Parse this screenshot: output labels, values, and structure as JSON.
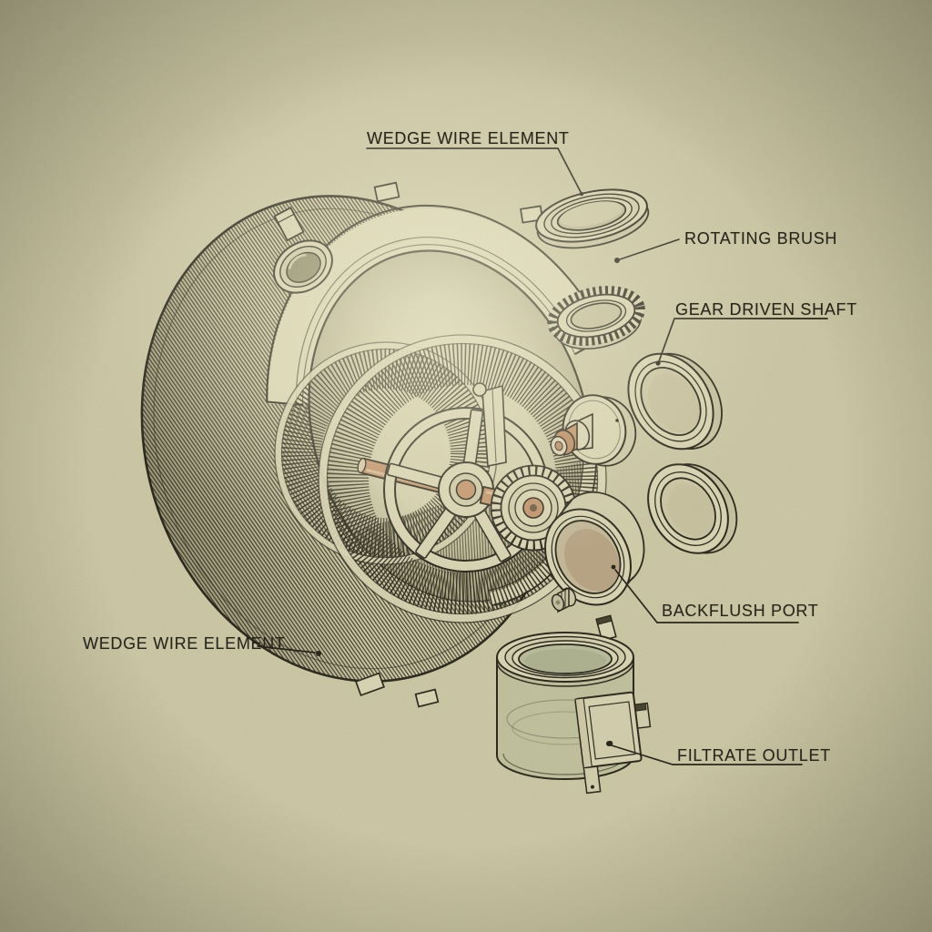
{
  "page": {
    "title": "Exploded rotary filter technical illustration",
    "style": {
      "background_base": "#ccc8a6",
      "background_highlight": "#e0dcba",
      "vignette_ink": "#2c2918",
      "line_ink": "#2b291f",
      "paper_part_fill": "#d9d5b4",
      "copper_accent": "#c2936a",
      "glass_green": "#b7bc95"
    }
  },
  "diagram": {
    "kind": "exploded technical illustration",
    "labels": [
      {
        "id": "wedge-wire-element-top",
        "text": "WEDGE WIRE ELEMENT"
      },
      {
        "id": "rotating-brush",
        "text": "ROTATING BRUSH"
      },
      {
        "id": "gear-driven-shaft",
        "text": "GEAR DRIVEN SHAFT"
      },
      {
        "id": "backflush-port",
        "text": "BACKFLUSH PORT"
      },
      {
        "id": "wedge-wire-element-bottom",
        "text": "WEDGE WIRE ELEMENT"
      },
      {
        "id": "filtrate-outlet",
        "text": "FILTRATE OUTLET"
      }
    ]
  }
}
